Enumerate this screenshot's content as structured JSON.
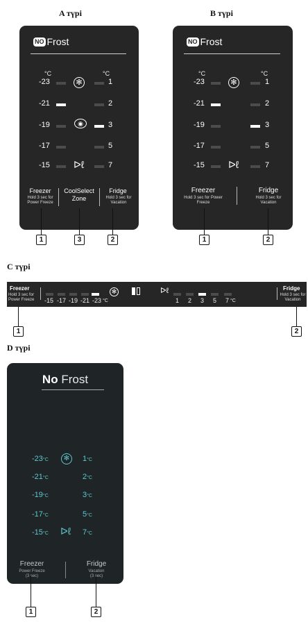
{
  "type_a": {
    "title": "A түрі"
  },
  "type_b": {
    "title": "B түрі"
  },
  "type_c": {
    "title": "C түрі"
  },
  "type_d": {
    "title": "D түрі"
  },
  "logo": {
    "no": "NO",
    "frost": "Frost"
  },
  "unit_c": "°C",
  "freezer_temps": [
    "-23",
    "-21",
    "-19",
    "-17",
    "-15"
  ],
  "fridge_temps": [
    "1",
    "2",
    "3",
    "5",
    "7"
  ],
  "buttons": {
    "freezer": "Freezer",
    "freezer_sub": "Hold 3 sec for Power Freeze",
    "fridge": "Fridge",
    "fridge_sub": "Hold 3 sec for Vacation",
    "coolselect": "CoolSelect Zone"
  },
  "callouts": {
    "one": "1",
    "two": "2",
    "three": "3"
  },
  "strip": {
    "freezer": "Freezer",
    "freezer_sub": "Hold 3 sec for Power Freeze",
    "fridge": "Fridge",
    "fridge_sub": "Hold 3 sec for Vacation",
    "freezer_temps": [
      "-15",
      "-17",
      "-19",
      "-21",
      "-23"
    ],
    "fridge_temps": [
      "1",
      "2",
      "3",
      "5",
      "7"
    ],
    "unit": "°C"
  },
  "panel_d": {
    "no": "No",
    "frost": "Frost",
    "freezer_temps": [
      "-23",
      "-21",
      "-19",
      "-17",
      "-15"
    ],
    "fridge_temps": [
      "1",
      "2",
      "3",
      "5",
      "7"
    ],
    "unit": "°C",
    "freezer": "Freezer",
    "freezer_sub1": "Power Freeze",
    "freezer_sub2": "(3 sec)",
    "fridge": "Fridge",
    "fridge_sub1": "Vacation",
    "fridge_sub2": "(3 sec)"
  },
  "colors": {
    "panel_bg": "#262626",
    "panel_d_bg": "#1f2527",
    "teal_digits": "#5fc7d1",
    "bar_on": "#ffffff",
    "bar_off": "#4c4c4c"
  }
}
